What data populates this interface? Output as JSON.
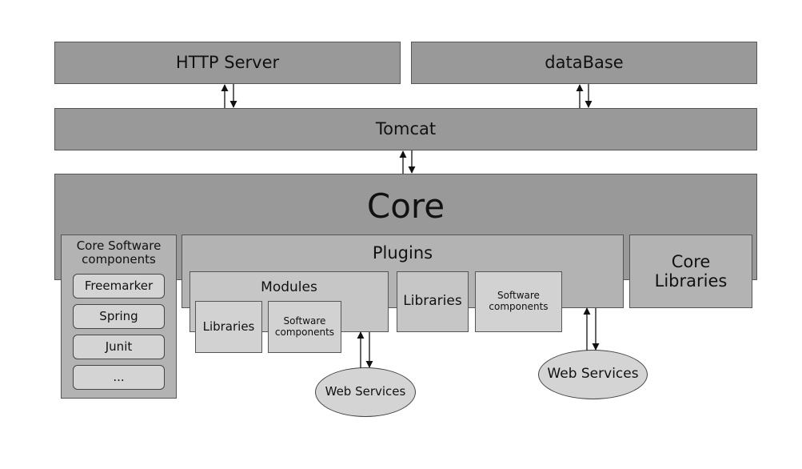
{
  "diagram": {
    "http_server": "HTTP Server",
    "database": "dataBase",
    "tomcat": "Tomcat",
    "core": "Core",
    "core_software_components": {
      "title": "Core Software\ncomponents",
      "items": [
        "Freemarker",
        "Spring",
        "Junit",
        "..."
      ]
    },
    "plugins": {
      "title": "Plugins",
      "modules": {
        "title": "Modules",
        "libraries": "Libraries",
        "software_components": "Software\ncomponents"
      },
      "libraries": "Libraries",
      "software_components": "Software\ncomponents"
    },
    "core_libraries": "Core\nLibraries",
    "web_services_modules": "Web Services",
    "web_services_plugins": "Web Services"
  }
}
